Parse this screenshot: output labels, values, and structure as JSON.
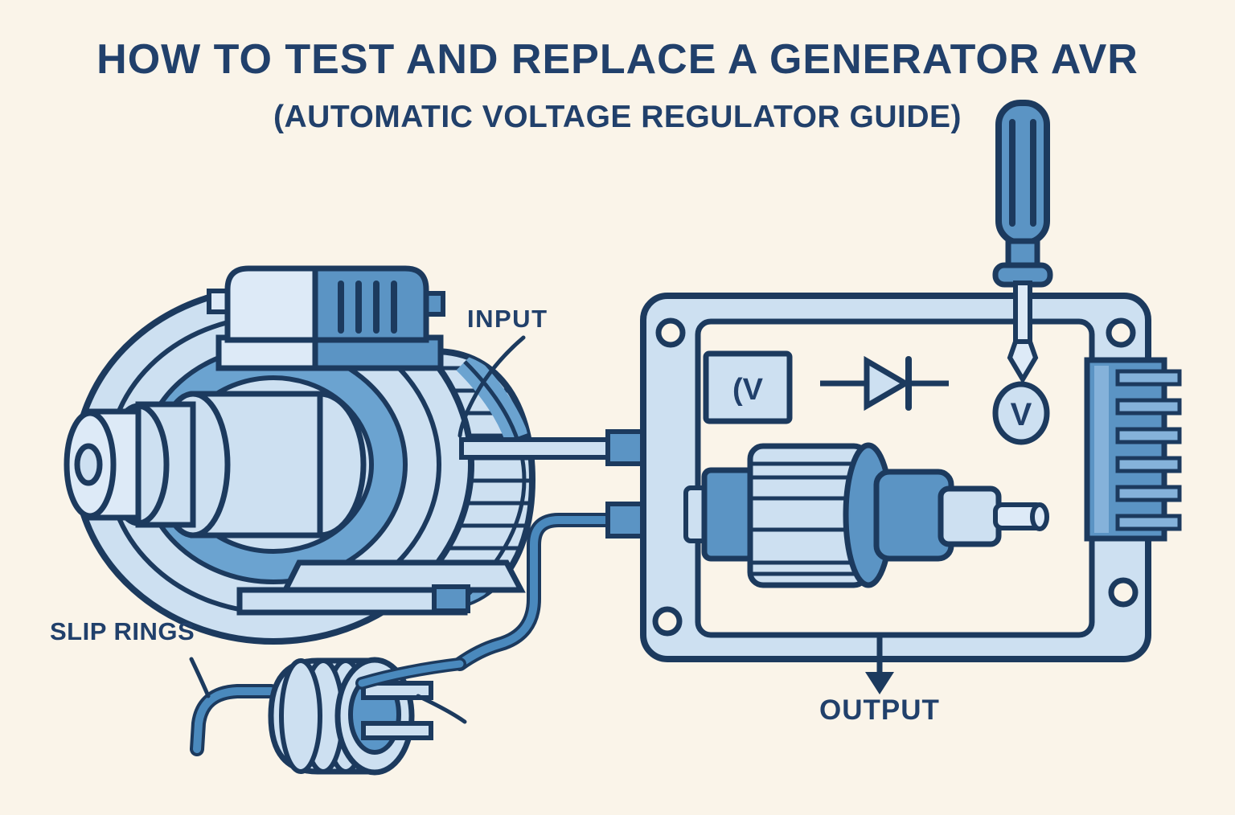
{
  "title": "HOW TO TEST AND REPLACE A GENERATOR AVR",
  "subtitle": "(AUTOMATIC VOLTAGE REGULATOR GUIDE)",
  "labels": {
    "input": "INPUT",
    "output": "OUTPUT",
    "slip_rings": "SLIP RINGS"
  },
  "symbols": {
    "sensor_square": "(V",
    "voltmeter": "V"
  },
  "colors": {
    "bg": "#faf4e9",
    "navy": "#1c3a5e",
    "text": "#21406b",
    "light": "#cde0f1",
    "lighter": "#ddeaf7",
    "med": "#5b94c4",
    "band": "#6ba3d0",
    "wire": "#4a89bd",
    "coil": "#5a96c8",
    "fin": "#85b2da"
  }
}
